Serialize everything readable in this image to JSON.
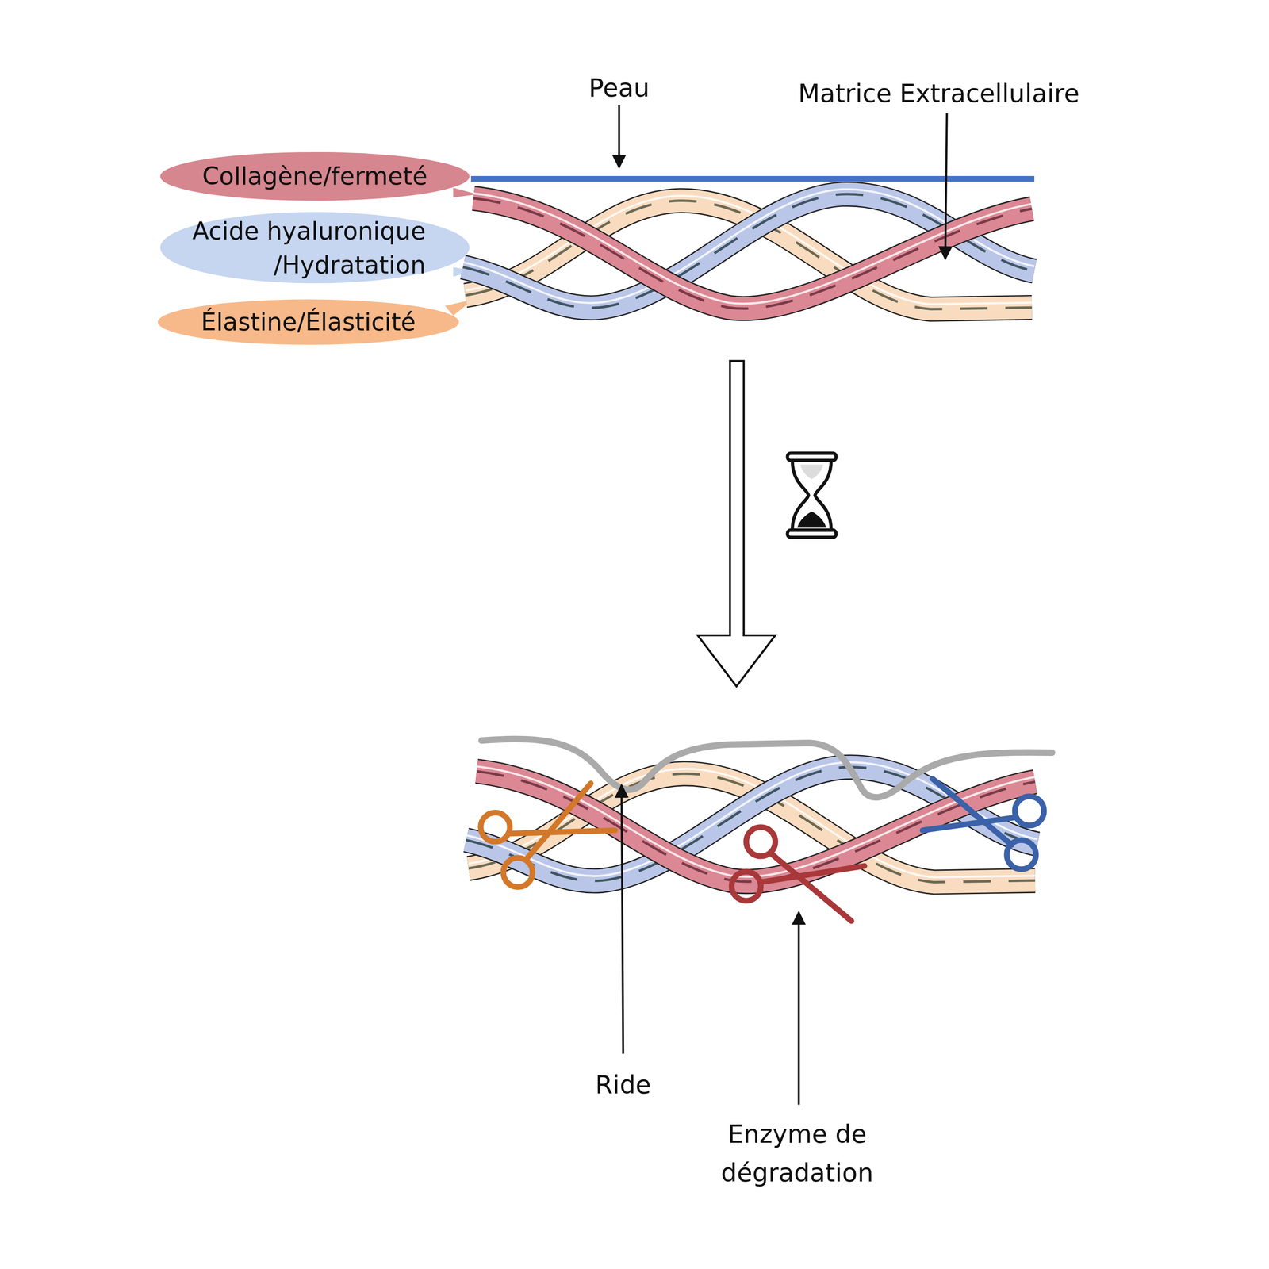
{
  "diagram": {
    "nodes": [
      {
        "text": [
          "Collagène/fermeté"
        ]
      },
      {
        "text": [
          "Acide hyaluronique /Hydratation"
        ]
      },
      {
        "text": [
          "Élastine/Élasticité"
        ]
      }
    ],
    "labels": [
      "Peau",
      "Matrice Extracellulaire",
      "Ride",
      "Enzyme de dégradation"
    ]
  }
}
